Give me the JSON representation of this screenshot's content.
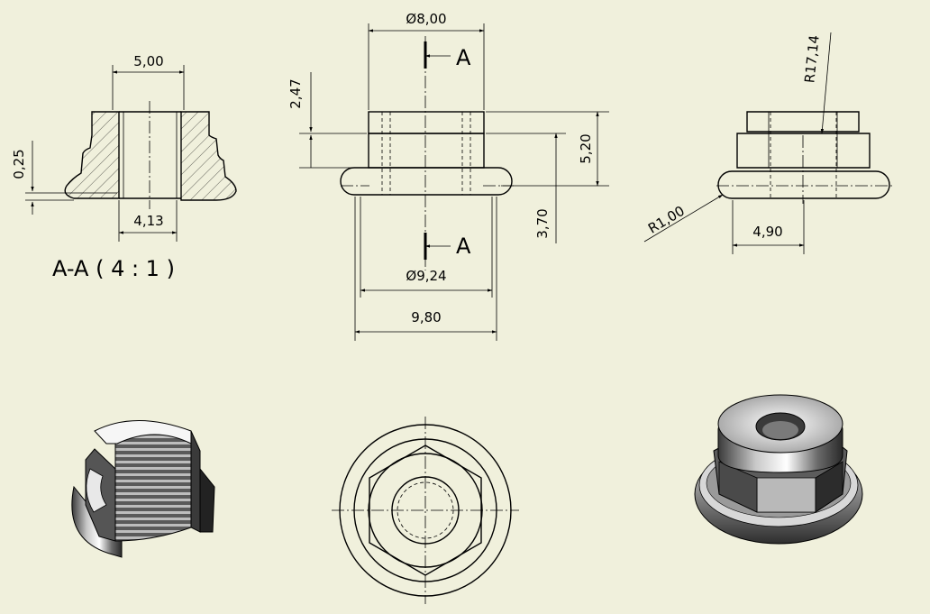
{
  "background_color": "#f0f0dc",
  "section_view": {
    "title": "A-A ( 4 : 1 )",
    "dims": {
      "top_width": "5,00",
      "flange_thk": "0,25",
      "bore": "4,13"
    }
  },
  "front_view": {
    "dims": {
      "diameter_top": "Ø8,00",
      "hex_height": "2,47",
      "total_height": "5,20",
      "base_height": "3,70",
      "diameter_flange": "Ø9,24",
      "overall_width": "9,80"
    },
    "section_label_top": "A",
    "section_label_bottom": "A"
  },
  "side_view": {
    "dims": {
      "radius_top": "R17,14",
      "radius_edge": "R1,00",
      "inner_width": "4,90"
    }
  },
  "iso_views": [
    "section-isometric",
    "bottom-view",
    "isometric"
  ]
}
